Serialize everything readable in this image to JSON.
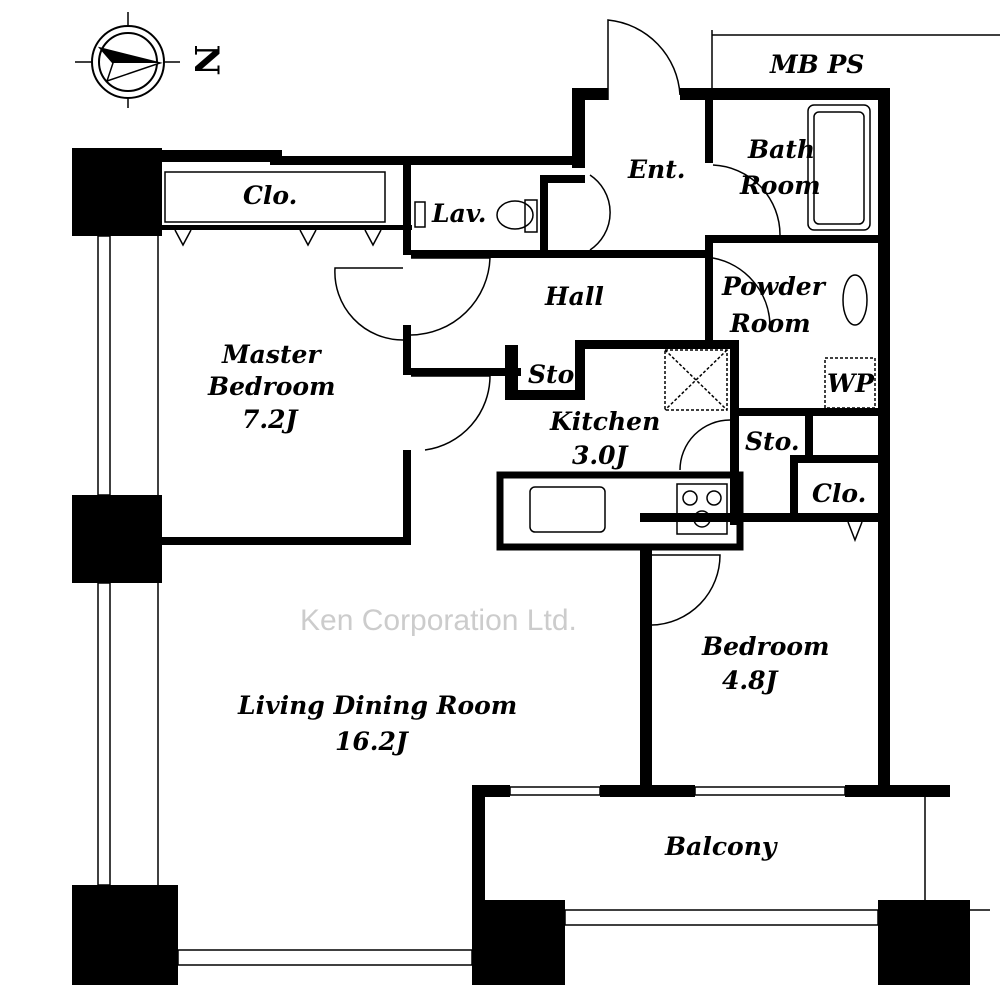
{
  "compass": {
    "north_label": "N"
  },
  "rooms": {
    "mb_ps": "MB PS",
    "bath_1": "Bath",
    "bath_2": "Room",
    "ent": "Ent.",
    "clo_master": "Clo.",
    "lav": "Lav.",
    "hall": "Hall",
    "powder_1": "Powder",
    "powder_2": "Room",
    "master_1": "Master",
    "master_2": "Bedroom",
    "master_size": "7.2J",
    "sto_hall": "Sto.",
    "wp": "WP",
    "kitchen": "Kitchen",
    "kitchen_size": "3.0J",
    "sto_kitchen": "Sto.",
    "clo_bedroom": "Clo.",
    "bedroom": "Bedroom",
    "bedroom_size": "4.8J",
    "ldr": "Living Dining Room",
    "ldr_size": "16.2J",
    "balcony": "Balcony"
  },
  "watermark": "Ken Corporation Ltd."
}
